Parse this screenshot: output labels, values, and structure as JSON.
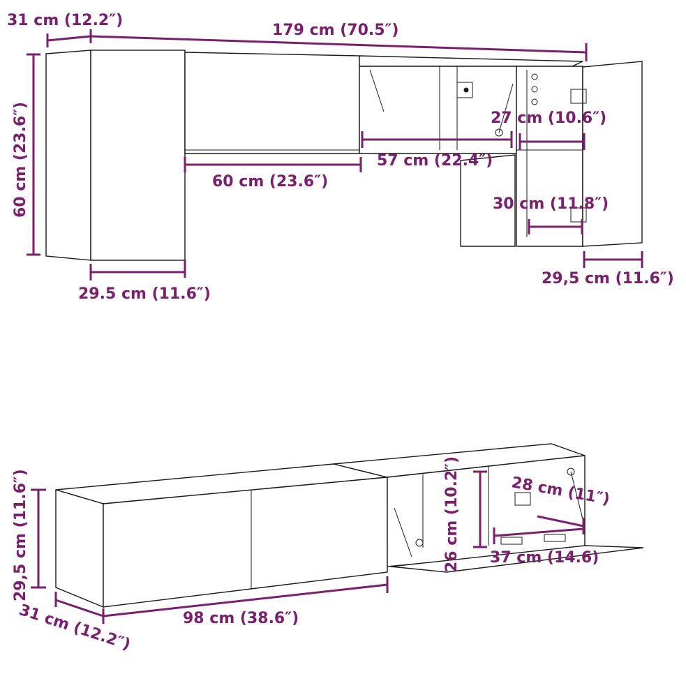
{
  "colors": {
    "dimension": "#7b1e6e",
    "outline": "#1a1a1a",
    "background": "#ffffff"
  },
  "top_set": {
    "depth": "31 cm (12.2″)",
    "total_width": "179 cm (70.5″)",
    "height": "60 cm (23.6″)",
    "tall_unit_width": "29.5 cm (11.6″)",
    "horizontal_unit_width": "60 cm (23.6″)",
    "open_compartment_width": "57 cm (22.4″)",
    "small_compartment_width": "27 cm (10.6″)",
    "lower_compartment_height": "30 cm (11.8″)",
    "right_unit_width": "29,5 cm (11.6″)"
  },
  "bottom_set": {
    "height": "29,5 cm (11.6″)",
    "depth": "31 cm (12.2″)",
    "unit_width": "98 cm (38.6″)",
    "inner_height": "26 cm (10.2″)",
    "compartment_width": "28 cm (11″)",
    "flap_width": "37 cm (14.6)"
  }
}
